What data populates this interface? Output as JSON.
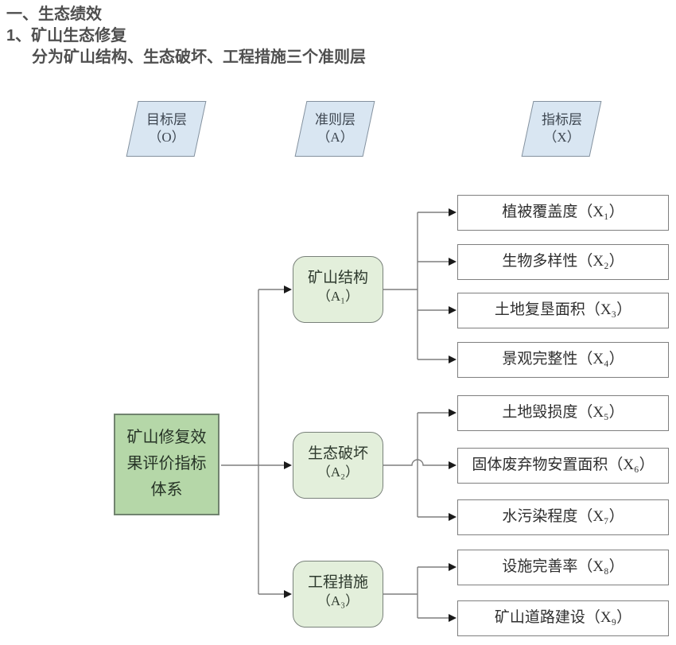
{
  "heading": {
    "line1": "一、生态绩效",
    "line2": "1、矿山生态修复",
    "line3": "分为矿山结构、生态破坏、工程措施三个准则层"
  },
  "layers": [
    {
      "label": "目标层",
      "code": "（O）"
    },
    {
      "label": "准则层",
      "code": "（A）"
    },
    {
      "label": "指标层",
      "code": "（X）"
    }
  ],
  "goal": {
    "line1": "矿山修复效",
    "line2": "果评价指标",
    "line3": "体系"
  },
  "criteria": [
    {
      "name": "矿山结构",
      "code": "（A₁）"
    },
    {
      "name": "生态破坏",
      "code": "（A₂）"
    },
    {
      "name": "工程措施",
      "code": "（A₃）"
    }
  ],
  "indicators": [
    "植被覆盖度（X₁）",
    "生物多样性（X₂）",
    "土地复垦面积（X₃）",
    "景观完整性（X₄）",
    "土地毁损度（X₅）",
    "固体废弃物安置面积（X₆）",
    "水污染程度（X₇）",
    "设施完善率（X₈）",
    "矿山道路建设（X₉）"
  ],
  "colors": {
    "layer_fill": "#d9e6f2",
    "goal_fill": "#b5d7a8",
    "criterion_fill": "#e3efdb",
    "box_border": "#7f7f7f",
    "connector": "#7f7f7f",
    "arrowhead": "#1a1a1a",
    "heading_text": "#4f4f4f"
  }
}
